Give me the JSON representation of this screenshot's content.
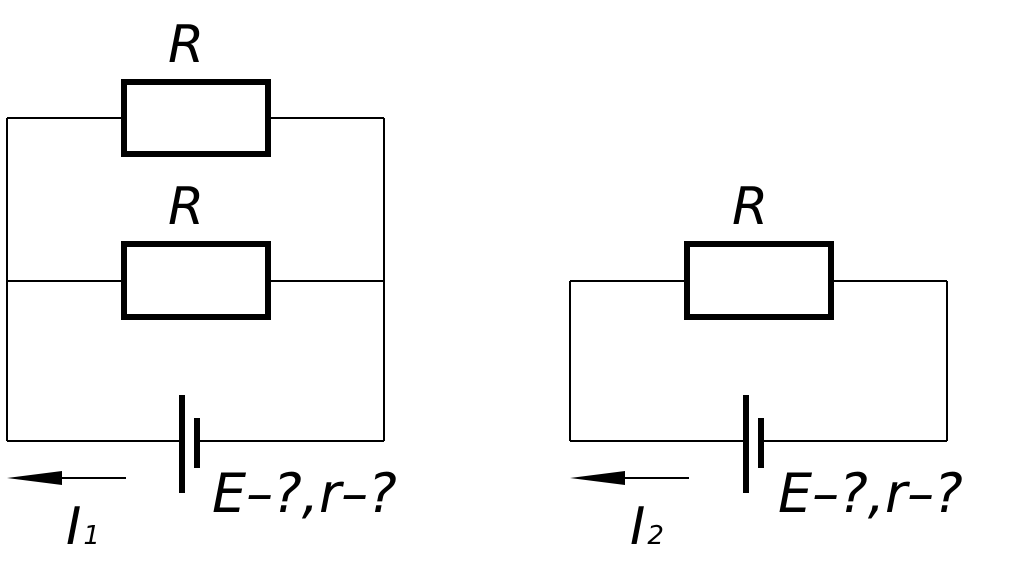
{
  "circuit_1": {
    "resistor_top": {
      "label": "R"
    },
    "resistor_bottom": {
      "label": "R"
    },
    "source": {
      "label": "E–?,r–?"
    },
    "current": {
      "symbol": "I",
      "subscript": "1"
    }
  },
  "circuit_2": {
    "resistor": {
      "label": "R"
    },
    "source": {
      "label": "E–?,r–?"
    },
    "current": {
      "symbol": "I",
      "subscript": "2"
    }
  }
}
